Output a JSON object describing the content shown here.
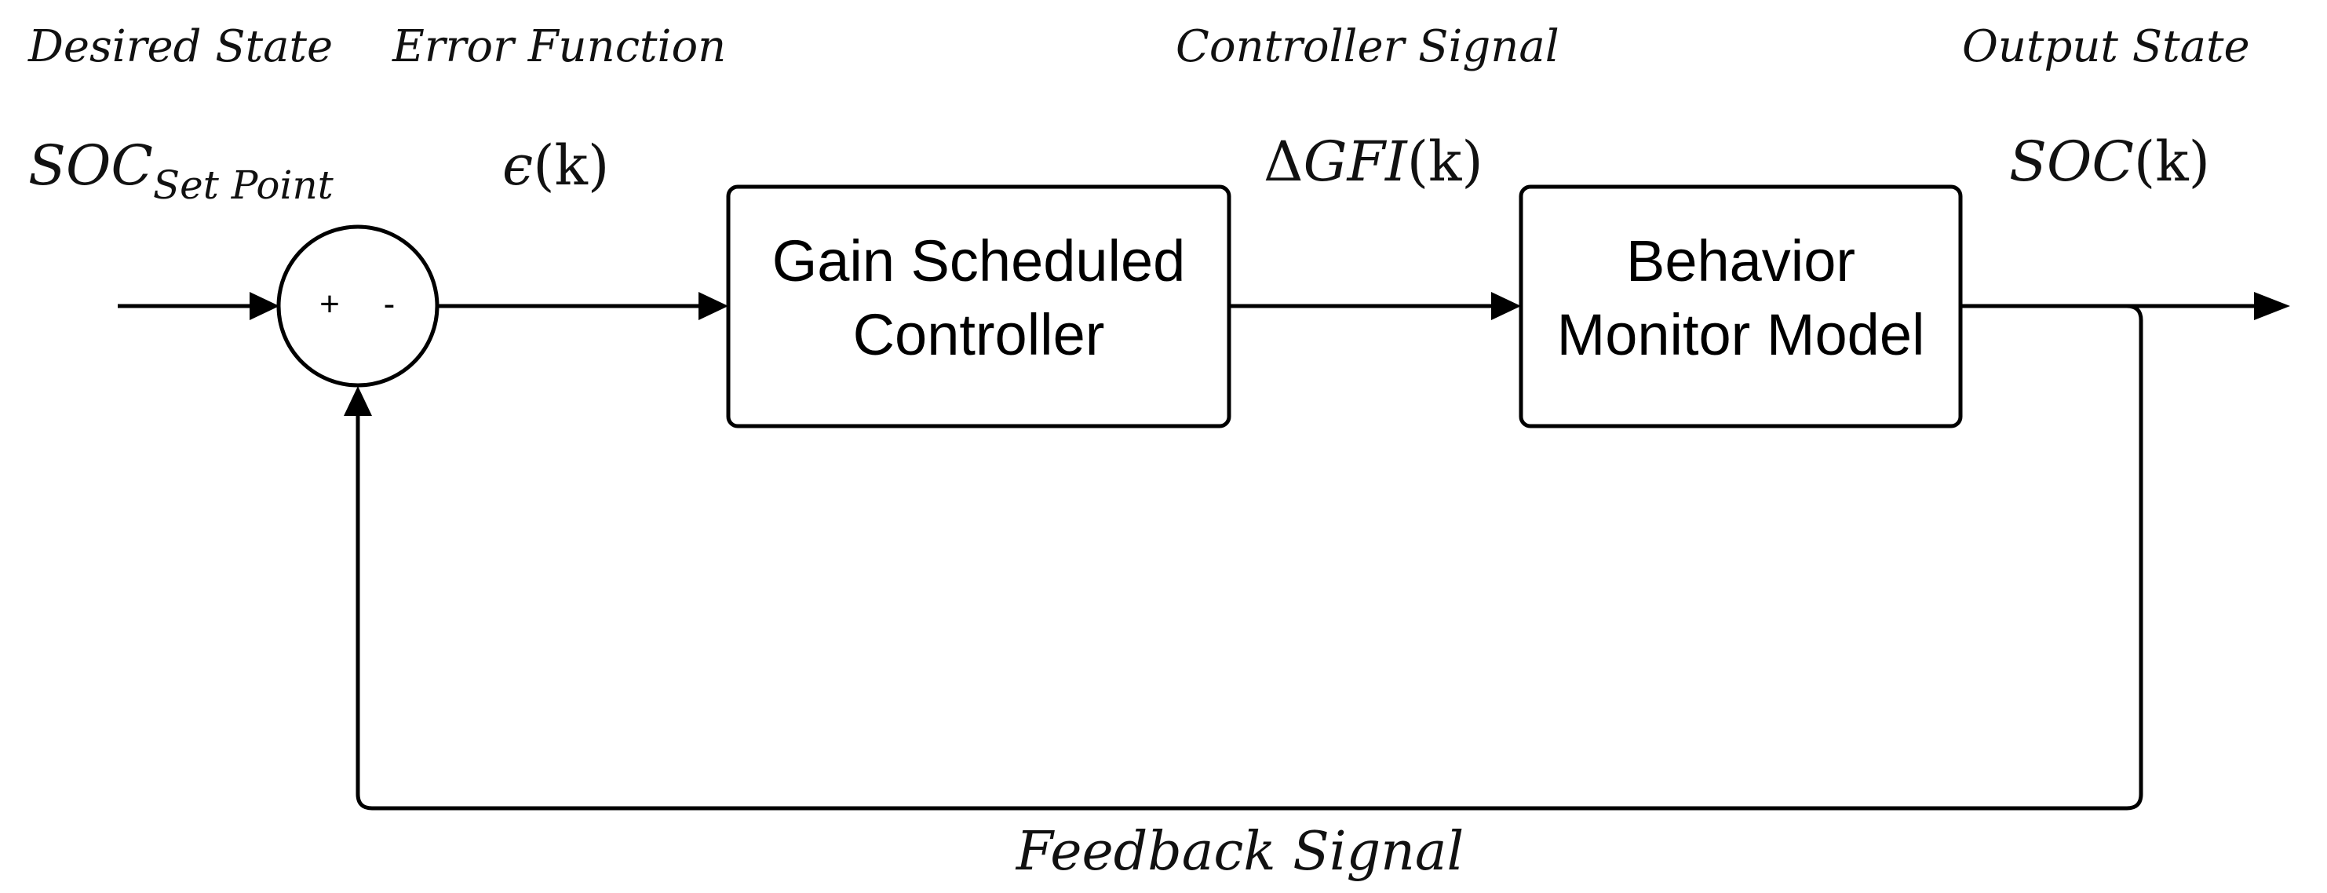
{
  "captions": {
    "desired_state": "Desired State",
    "error_function": "Error Function",
    "controller_signal": "Controller Signal",
    "output_state": "Output State",
    "feedback_signal": "Feedback Signal"
  },
  "math": {
    "setpoint_main": "SOC",
    "setpoint_sub": "Set Point",
    "error_symbol": "ϵ",
    "error_arg": "(k)",
    "control_delta": "Δ",
    "control_main": "GFI",
    "control_arg": "(k)",
    "output_main": "SOC",
    "output_arg": "(k)"
  },
  "summing_junction": {
    "plus": "+",
    "minus": "-"
  },
  "blocks": {
    "controller": {
      "line1": "Gain Scheduled",
      "line2": "Controller"
    },
    "plant": {
      "line1": "Behavior",
      "line2": "Monitor Model"
    }
  }
}
